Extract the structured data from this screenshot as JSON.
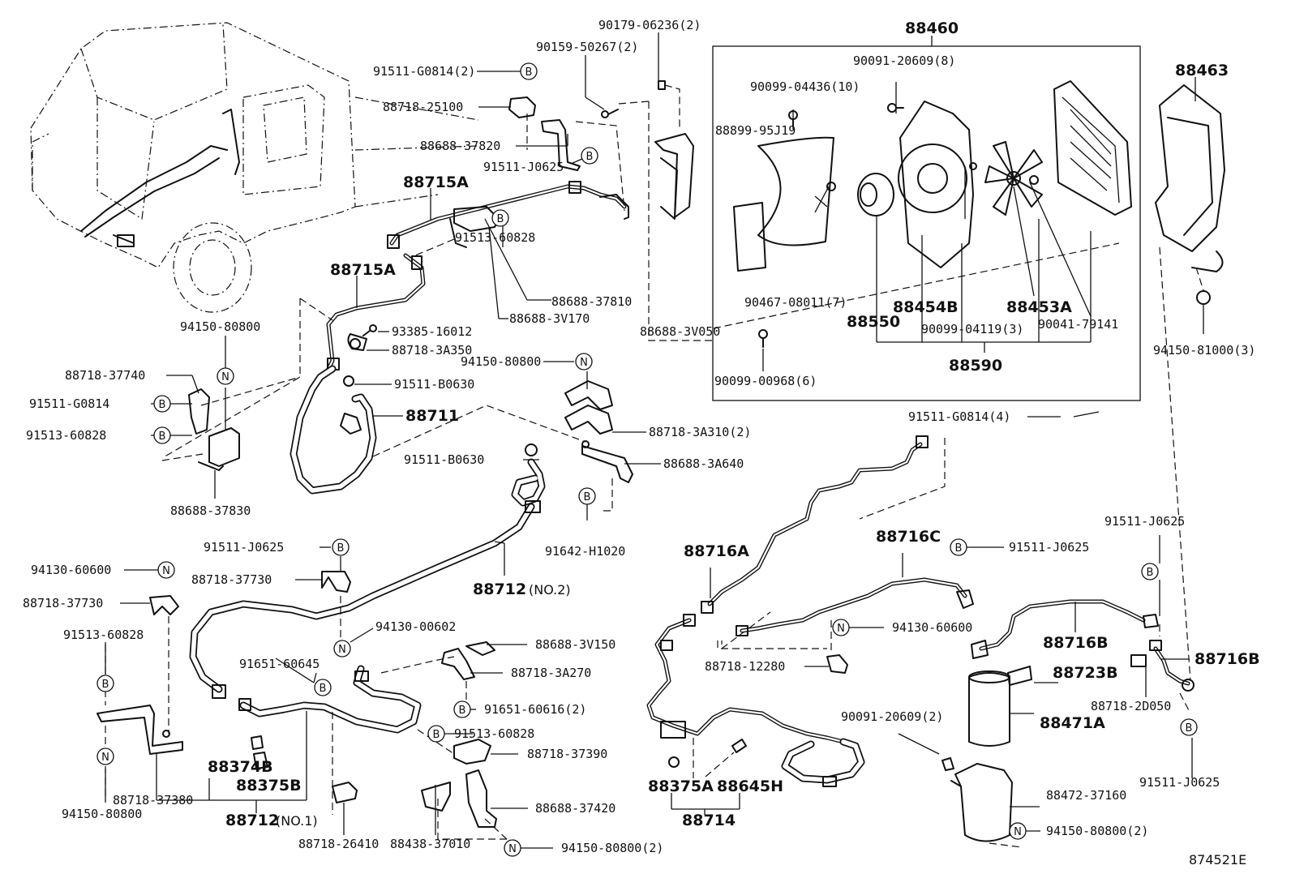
{
  "diagram_id": "874521E",
  "labels": {
    "p90179_06236": "90179-06236(2)",
    "p90159_50267": "90159-50267(2)",
    "p91511_G0814_2": "91511-G0814(2)",
    "p88718_25100": "88718-25100",
    "p88688_37820": "88688-37820",
    "p91511_J0625_top": "91511-J0625",
    "p88715A_1": "88715A",
    "p91513_60828_top": "91513-60828",
    "p88688_37810": "88688-37810",
    "p88688_3V170": "88688-3V170",
    "p88715A_2": "88715A",
    "p93385_16012": "93385-16012",
    "p88718_3A350": "88718-3A350",
    "p88688_3V050": "88688-3V050",
    "p94150_80800_left": "94150-80800",
    "p88718_37740": "88718-37740",
    "p91511_G0814_left": "91511-G0814",
    "p91513_60828_left": "91513-60828",
    "p88688_37830": "88688-37830",
    "p91511_B0630_a": "91511-B0630",
    "p94150_80800_mid": "94150-80800",
    "p88711": "88711",
    "p88718_3A310": "88718-3A310(2)",
    "p91511_B0630_b": "91511-B0630",
    "p88688_3A640": "88688-3A640",
    "p91642_H1020": "91642-H1020",
    "p88712_no2": "88712",
    "p88712_no2_suffix": "(NO.2)",
    "p91511_J0625_mid": "91511-J0625",
    "p88718_37730_a": "88718-37730",
    "p94130_60600_left": "94130-60600",
    "p88718_37730_b": "88718-37730",
    "p94130_00602": "94130-00602",
    "p91651_60645": "91651-60645",
    "p88688_3V150": "88688-3V150",
    "p91513_60828_bl": "91513-60828",
    "p88718_3A270": "88718-3A270",
    "p91651_60616": "91651-60616(2)",
    "p91513_60828_bm": "91513-60828",
    "p88718_37390": "88718-37390",
    "p88374B": "88374B",
    "p88375B": "88375B",
    "p88712_no1": "88712",
    "p88712_no1_suffix": "(NO.1)",
    "p88718_37380": "88718-37380",
    "p94150_80800_bl": "94150-80800",
    "p88688_37420": "88688-37420",
    "p88718_26410": "88718-26410",
    "p88438_37010": "88438-37010",
    "p94150_80800_2": "94150-80800(2)",
    "p88460": "88460",
    "p90091_20609_8": "90091-20609(8)",
    "p90099_04436": "90099-04436(10)",
    "p88899_95J19": "88899-95J19",
    "p90467_08011": "90467-08011(7)",
    "p88454B": "88454B",
    "p88453A": "88453A",
    "p88550": "88550",
    "p90099_04119": "90099-04119(3)",
    "p90041_79141": "90041-79141",
    "p88590": "88590",
    "p90099_00968": "90099-00968(6)",
    "p88463": "88463",
    "p94150_81000": "94150-81000(3)",
    "p91511_G0814_4": "91511-G0814(4)",
    "p88716A": "88716A",
    "p88716C": "88716C",
    "p91511_J0625_r1": "91511-J0625",
    "p91511_J0625_r2": "91511-J0625",
    "p94130_60600_r": "94130-60600",
    "p88718_12280": "88718-12280",
    "p88716B_1": "88716B",
    "p88716B_2": "88716B",
    "p88723B": "88723B",
    "p88718_2D050": "88718-2D050",
    "p90091_20609_2": "90091-20609(2)",
    "p88471A": "88471A",
    "p91511_J0625_r3": "91511-J0625",
    "p88472_37160": "88472-37160",
    "p94150_80800_br": "94150-80800(2)",
    "p88375A": "88375A",
    "p88645H": "88645H",
    "p88714": "88714"
  },
  "bubbles": {
    "bolt": "B",
    "nut": "N"
  }
}
